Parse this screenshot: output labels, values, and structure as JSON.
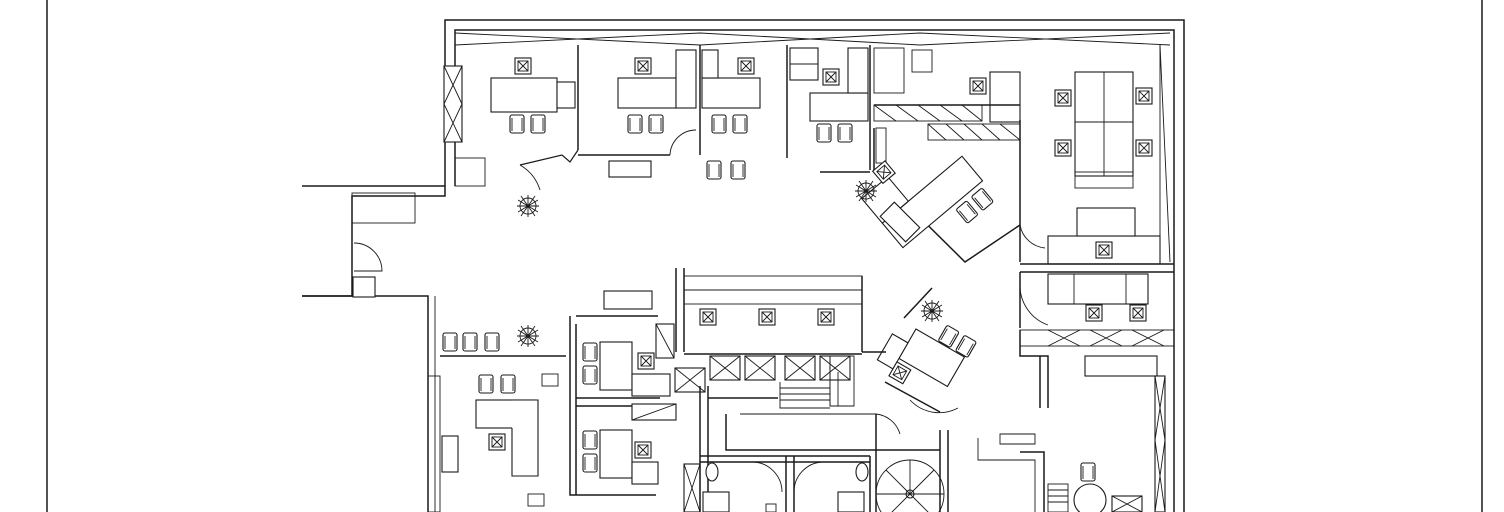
{
  "drawing": {
    "kind": "architectural-floor-plan",
    "sheet_frame": "white",
    "line_color": "#1a1a1a",
    "background": "#ffffff",
    "has_text": false
  },
  "zones": {
    "top_offices": 5,
    "corner_office": "angled",
    "open_plan_area": "center",
    "conference_room": "top-right",
    "workstation_block": "left",
    "restrooms": 2,
    "stair": "spiral",
    "plants": 4
  }
}
